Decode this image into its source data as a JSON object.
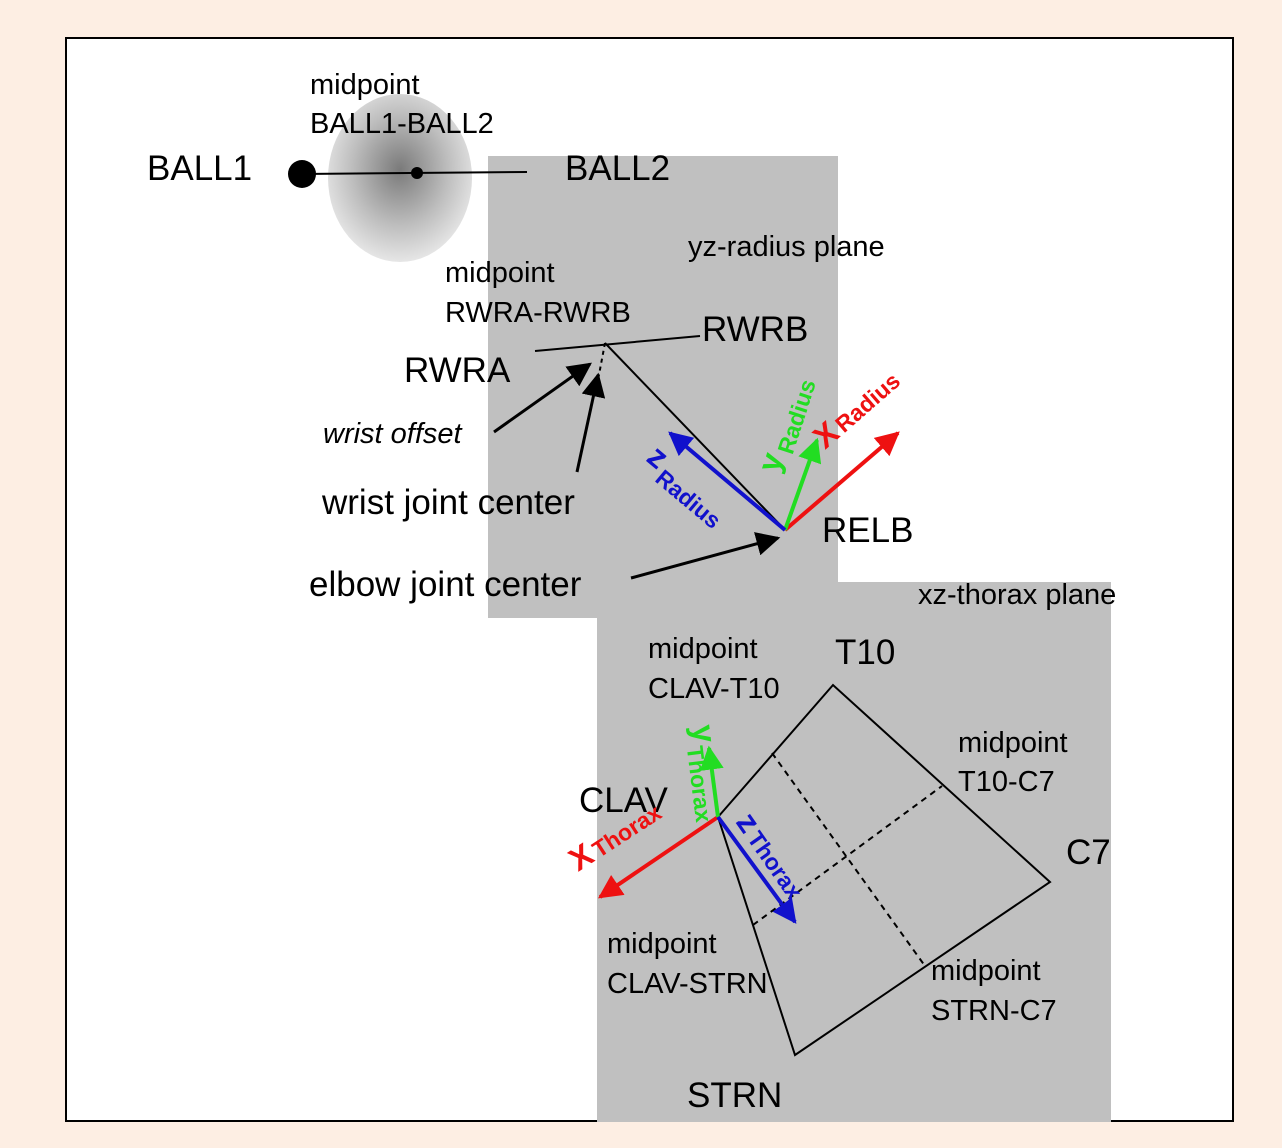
{
  "markers": {
    "ball1": "BALL1",
    "ball2": "BALL2",
    "rwra": "RWRA",
    "rwrb": "RWRB",
    "relb": "RELB",
    "t10": "T10",
    "clav": "CLAV",
    "c7": "C7",
    "strn": "STRN"
  },
  "midpoints": {
    "word": "midpoint",
    "ball": "BALL1-BALL2",
    "wrist": "RWRA-RWRB",
    "clav_t10": "CLAV-T10",
    "t10_c7": "T10-C7",
    "clav_strn": "CLAV-STRN",
    "strn_c7": "STRN-C7"
  },
  "planes": {
    "radius": "yz-radius plane",
    "thorax": "xz-thorax plane"
  },
  "annotations": {
    "wrist_offset": "wrist offset",
    "wrist_joint_center": "wrist joint center",
    "elbow_joint_center": "elbow joint center"
  },
  "axes": {
    "radius": {
      "x": "X",
      "y": "y",
      "z": "z",
      "sub": "Radius"
    },
    "thorax": {
      "x": "X",
      "y": "y",
      "z": "z",
      "sub": "Thorax"
    }
  },
  "colors": {
    "x_axis": "#ee1111",
    "y_axis": "#22dd22",
    "z_axis": "#1111cc",
    "plane": "#c0c0c0",
    "background": "#fdeee3"
  }
}
